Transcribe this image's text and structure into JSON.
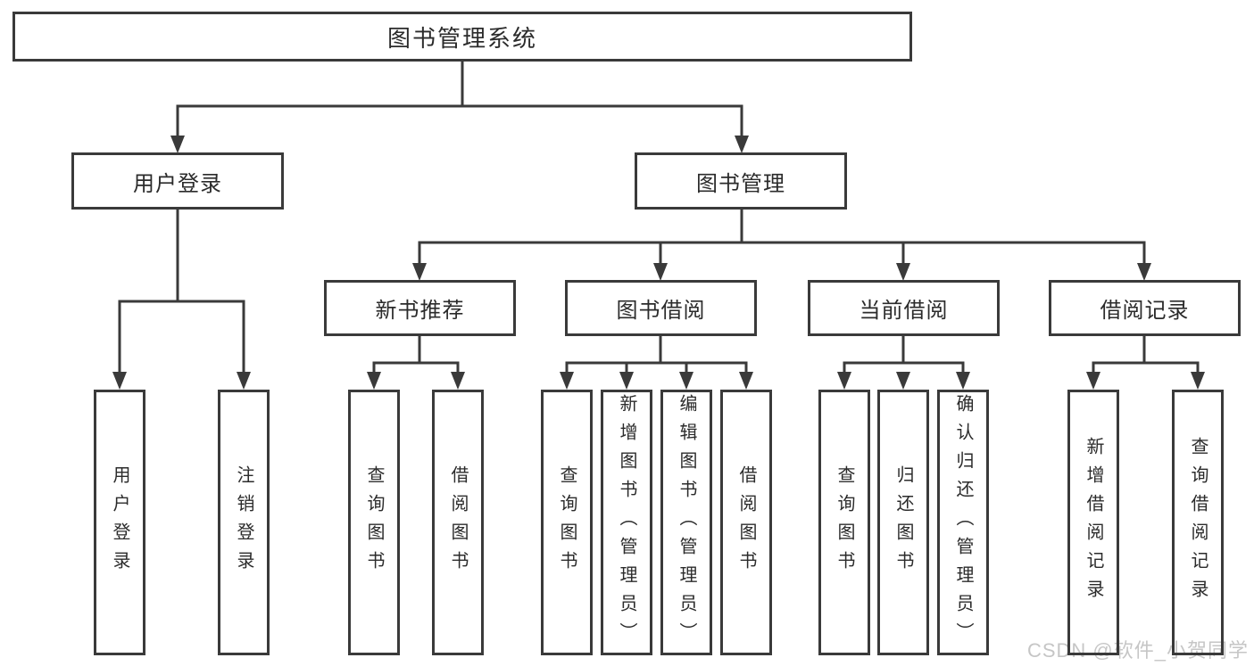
{
  "title": "图书管理系统",
  "tree": {
    "label": "图书管理系统",
    "children": [
      {
        "label": "用户登录",
        "children": [
          "用户登录",
          "注销登录"
        ]
      },
      {
        "label": "图书管理",
        "children": [
          {
            "label": "新书推荐",
            "children": [
              "查询图书",
              "借阅图书"
            ]
          },
          {
            "label": "图书借阅",
            "children": [
              "查询图书",
              "新增图书（管理员）",
              "编辑图书（管理员）",
              "借阅图书"
            ]
          },
          {
            "label": "当前借阅",
            "children": [
              "查询图书",
              "归还图书",
              "确认归还（管理员）"
            ]
          },
          {
            "label": "借阅记录",
            "children": [
              "新增借阅记录",
              "查询借阅记录"
            ]
          }
        ]
      }
    ]
  },
  "watermark": "CSDN @软件_小贺同学",
  "colors": {
    "line": "#3a3a3a",
    "box_border": "#3a3a3a",
    "box_fill": "#ffffff",
    "text": "#2b2b2b",
    "watermark": "#c6c6c6",
    "background": "#ffffff"
  }
}
